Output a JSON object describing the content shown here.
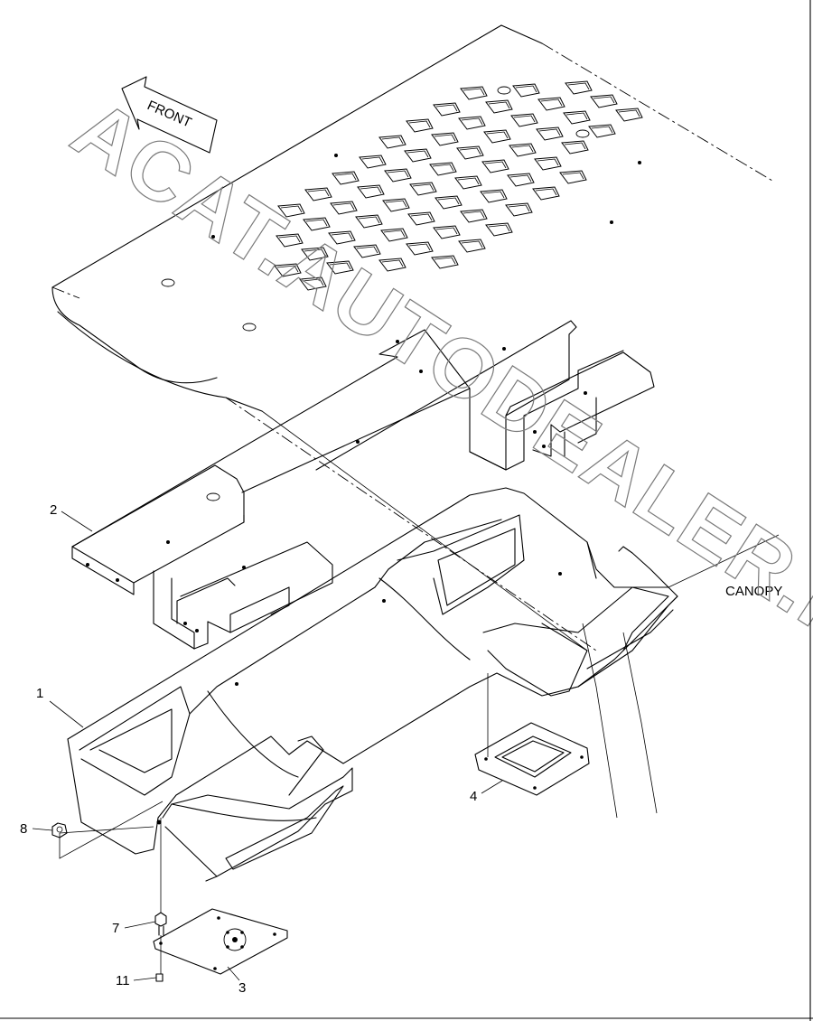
{
  "diagram": {
    "direction_label": "FRONT",
    "canopy_label": "CANOPY",
    "watermark": "ACAT.AUTODEALER.RU",
    "callouts": {
      "c1": "1",
      "c2": "2",
      "c3": "3",
      "c4": "4",
      "c7": "7",
      "c8": "8",
      "c11": "11"
    }
  }
}
